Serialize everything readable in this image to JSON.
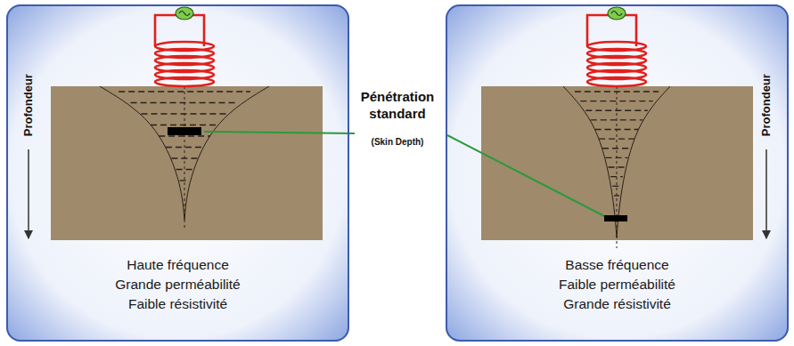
{
  "diagram": {
    "nodes": [
      {
        "text": [
          "Haute fréquence",
          "Grande perméabilité",
          "Faible résistivité"
        ]
      },
      {
        "text": [
          "Basse fréquence",
          "Faible perméabilité",
          "Grande résistivité"
        ]
      }
    ],
    "labels": [
      "Profondeur",
      "Profondeur",
      "Pénétration standard",
      "(Skin Depth)"
    ]
  }
}
